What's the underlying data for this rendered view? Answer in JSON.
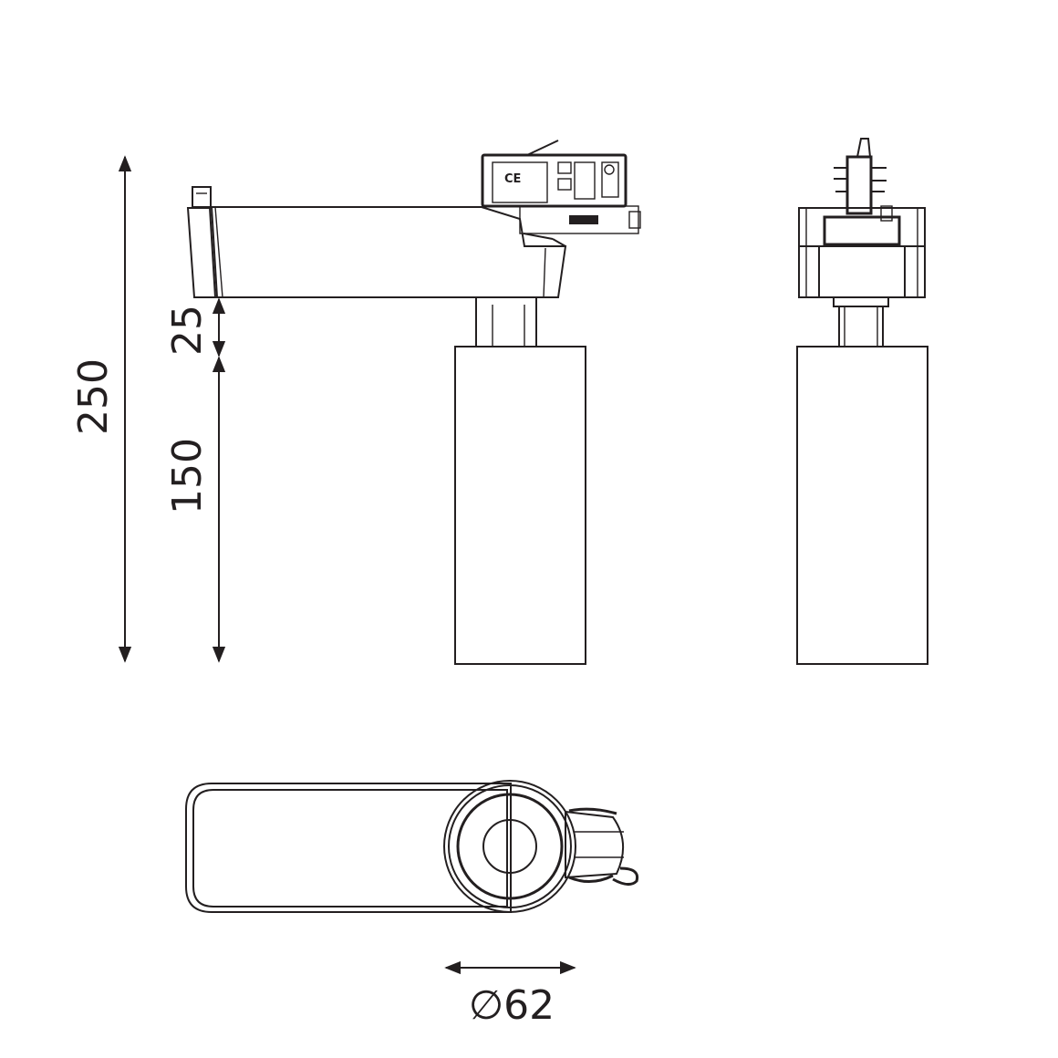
{
  "diagram": {
    "dimensions": {
      "overall_height": "250",
      "stem_height": "25",
      "body_height": "150",
      "diameter": "∅62"
    },
    "label_text": {
      "ce_mark": "CE"
    },
    "colors": {
      "line": "#231f20",
      "background": "#ffffff"
    }
  }
}
